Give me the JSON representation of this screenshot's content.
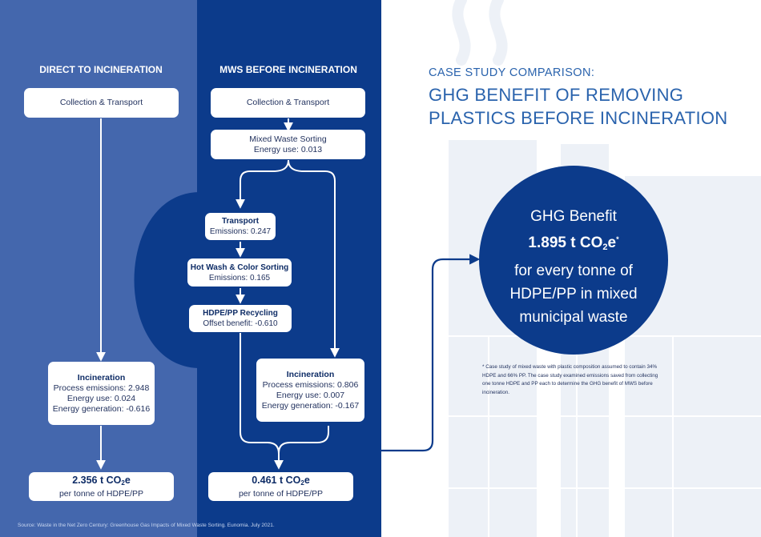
{
  "headings": {
    "left": "DIRECT TO INCINERATION",
    "middle": "MWS BEFORE INCINERATION"
  },
  "left_flow": {
    "collection": "Collection & Transport",
    "incineration": {
      "title": "Incineration",
      "lines": [
        "Process emissions: 2.948",
        "Energy use: 0.024",
        "Energy generation: -0.616"
      ]
    },
    "result": {
      "value_prefix": "2.356 t CO",
      "value_sub": "2",
      "value_suffix": "e",
      "unit": "per tonne of HDPE/PP"
    }
  },
  "middle_flow": {
    "collection": "Collection & Transport",
    "sorting": {
      "title": "Mixed Waste Sorting",
      "line": "Energy use: 0.013"
    },
    "transport": {
      "title": "Transport",
      "line": "Emissions: 0.247"
    },
    "hot_wash": {
      "title": "Hot Wash & Color Sorting",
      "line": "Emissions: 0.165"
    },
    "recycling": {
      "title": "HDPE/PP Recycling",
      "line": "Offset benefit: -0.610"
    },
    "incineration": {
      "title": "Incineration",
      "lines": [
        "Process emissions: 0.806",
        "Energy use: 0.007",
        "Energy generation: -0.167"
      ]
    },
    "result": {
      "value_prefix": "0.461 t CO",
      "value_sub": "2",
      "value_suffix": "e",
      "unit": "per tonne of HDPE/PP"
    }
  },
  "case_study": {
    "kicker": "CASE STUDY COMPARISON:",
    "title_line1": "GHG BENEFIT OF REMOVING",
    "title_line2": "PLASTICS BEFORE INCINERATION"
  },
  "benefit": {
    "line1": "GHG Benefit",
    "value_prefix": "1.895 t CO",
    "value_sub": "2",
    "value_suffix": "e",
    "asterisk": "*",
    "line3": "for every tonne of",
    "line4": "HDPE/PP in mixed",
    "line5": "municipal waste"
  },
  "footnote": "* Case study of mixed waste with plastic composition assumed to contain 34% HDPE and 66% PP. The case study examined emissions saved from collecting one tonne HDPE and PP each to determine the GHG benefit of MWS before incineration.",
  "source": "Source: Waste in the Net Zero Century: Greenhouse Gas Impacts of Mixed Waste Sorting. Eunomia. July 2021.",
  "colors": {
    "left_panel": "#4467ad",
    "middle_panel": "#0c3b8b",
    "circle": "#0c3b8b",
    "accent_text": "#2a63ad",
    "watermark": "#edf1f7"
  }
}
